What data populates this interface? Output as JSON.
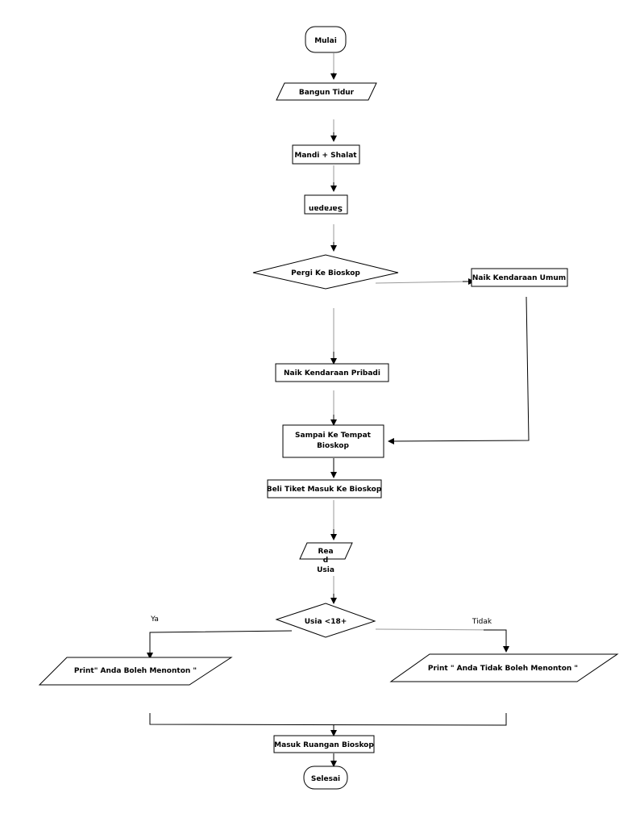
{
  "nodes": {
    "start": "Mulai",
    "wake": "Bangun Tidur",
    "bath": "Mandi + Shalat",
    "breakfast": "Sarapan",
    "decision_go": "Pergi Ke Bioskop",
    "public_vehicle": "Naik Kendaraan Umum",
    "private_vehicle": "Naik Kendaraan Pribadi",
    "arrive_line1": "Sampai Ke Tempat",
    "arrive_line2": "Bioskop",
    "buy_ticket": "Beli Tiket Masuk Ke Bioskop",
    "read_line1": "Rea",
    "read_line2": "d",
    "read_line3": "Usia",
    "decision_age": "Usia <18+",
    "print_yes": "Print\" Anda Boleh Menonton \"",
    "print_no": "Print \" Anda Tidak Boleh Menonton \"",
    "enter_room": "Masuk Ruangan Bioskop",
    "end": "Selesai"
  },
  "branch_labels": {
    "yes": "Ya",
    "no": "Tidak"
  }
}
